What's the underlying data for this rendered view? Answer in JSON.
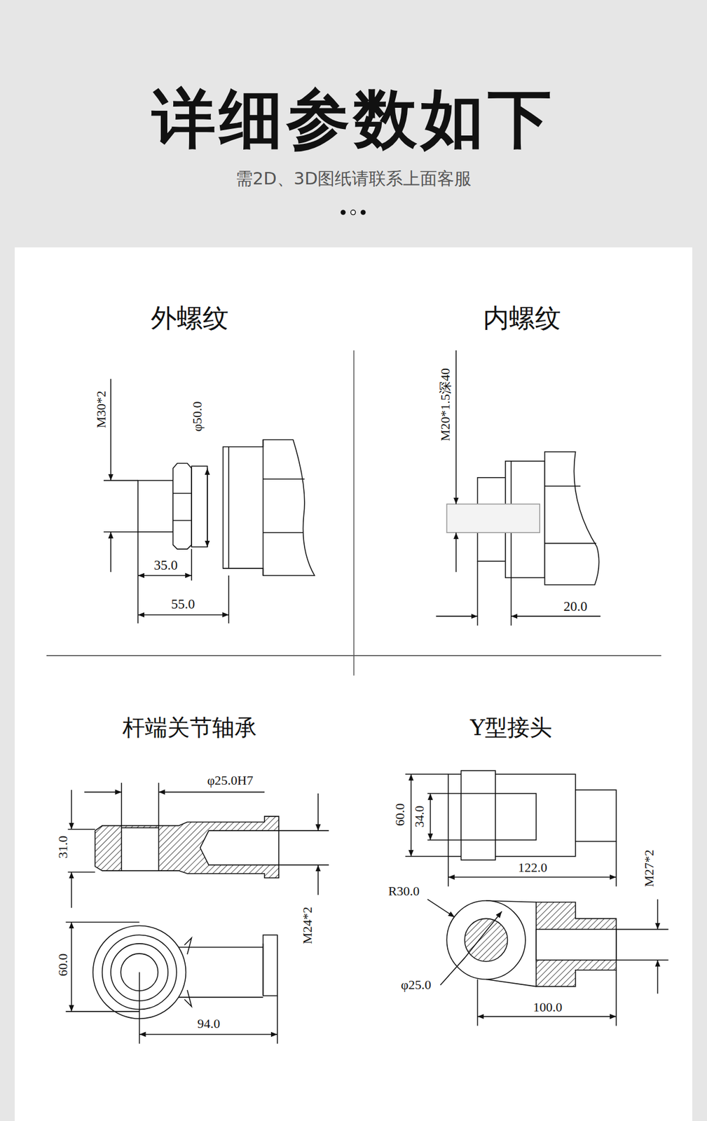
{
  "diagram": {
    "title": "详细参数如下",
    "labels": [
      "需2D、3D图纸请联系上面客服",
      "外螺纹",
      "M30*2",
      "φ50.0",
      "35.0",
      "55.0",
      "内螺纹",
      "M20*1.5深40",
      "20.0",
      "杆端关节轴承",
      "φ25.0H7",
      "31.0",
      "M24*2",
      "60.0",
      "94.0",
      "Y型接头",
      "60.0",
      "34.0",
      "122.0",
      "M27*2",
      "R30.0",
      "φ25.0",
      "100.0"
    ]
  }
}
